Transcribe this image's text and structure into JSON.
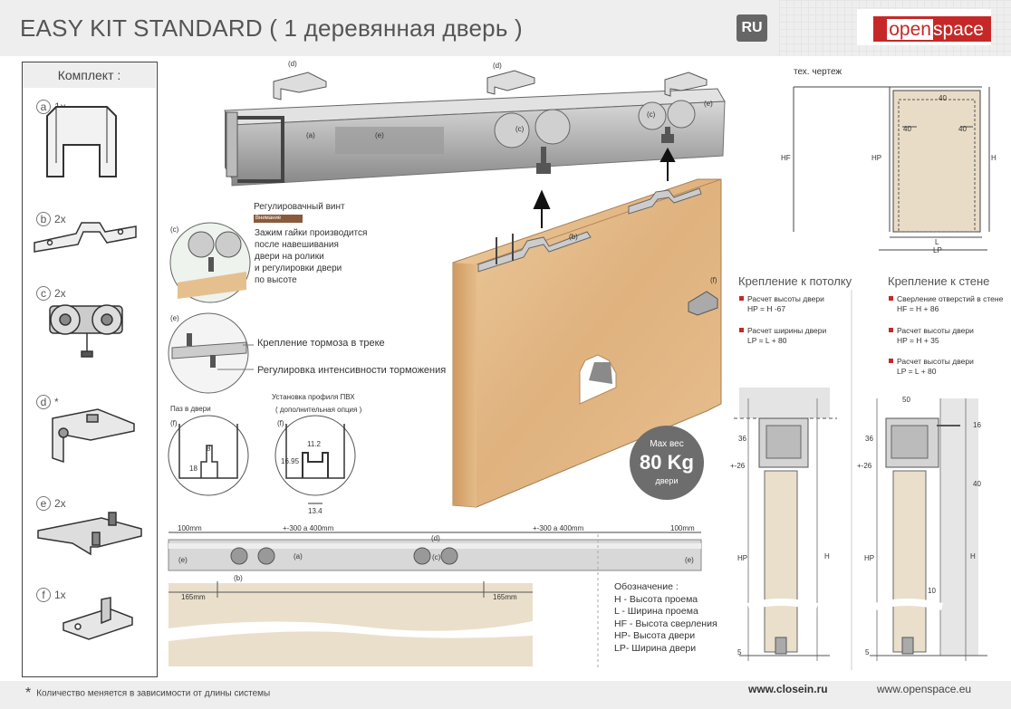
{
  "header": {
    "title": "EASY KIT STANDARD ( 1 деревянная дверь )",
    "lang": "RU",
    "logo_open": "open",
    "logo_space": "space"
  },
  "kit": {
    "heading": "Комплект :",
    "items": [
      {
        "letter": "a",
        "qty": "1x"
      },
      {
        "letter": "b",
        "qty": "2x"
      },
      {
        "letter": "c",
        "qty": "2x"
      },
      {
        "letter": "d",
        "qty": "*"
      },
      {
        "letter": "e",
        "qty": "2x"
      },
      {
        "letter": "f",
        "qty": "1x"
      }
    ]
  },
  "main_diagram": {
    "part_labels": [
      "(d)",
      "(d)",
      "(a)",
      "(e)",
      "(c)",
      "(c)",
      "(e)",
      "(b)",
      "(f)"
    ]
  },
  "adjust_note": {
    "title": "Регулировачный винт",
    "tag": "Внимание",
    "text_lines": [
      "Зажим гайки производится",
      "после навешивания",
      "двери на ролики",
      "и регулировки двери",
      "по высоте"
    ],
    "label_c": "(c)",
    "label_e": "(e)"
  },
  "brake_note": {
    "line1": "Крепление тормоза в треке",
    "line2": "Регулировка интенсивности торможения"
  },
  "groove": {
    "title": "Паз в двери",
    "label": "(f)",
    "dim_w": "8",
    "dim_h": "18"
  },
  "pvc": {
    "title": "Установка профиля ПВХ",
    "subtitle": "( дополнительная опция )",
    "label": "(f)",
    "dim_w": "11.2",
    "dim_h": "16.95",
    "dim_b": "13.4"
  },
  "max_weight": {
    "line1": "Max вес",
    "line2": "80 Kg",
    "line3": "двери"
  },
  "layout_strip": {
    "dim_left": "100mm",
    "dim_mid_left": "+-300 а 400mm",
    "dim_mid_right": "+-300 а 400mm",
    "dim_right": "100mm",
    "dim_165_left": "165mm",
    "dim_165_right": "165mm",
    "tags": [
      "(e)",
      "(a)",
      "(d)",
      "(c)",
      "(b)",
      "(e)"
    ]
  },
  "legend": {
    "title": "Обозначение :",
    "lines": [
      "H - Высота проема",
      "L - Ширина проема",
      "HF - Высота сверления",
      "HP- Высота двери",
      "LP- Ширина двери"
    ]
  },
  "tech": {
    "title": "тех. чертеж",
    "labels": {
      "hf": "HF",
      "hp": "HP",
      "h": "H",
      "l": "L",
      "lp": "LP",
      "d40a": "40",
      "d40b": "40",
      "d40c": "40"
    }
  },
  "ceiling": {
    "title": "Крепление к потолку",
    "bullets": [
      [
        "Расчет высоты двери",
        "HP = H -67"
      ],
      [
        "Расчет ширины двери",
        "LP = L + 80"
      ]
    ],
    "dims": {
      "d36": "36",
      "d26": "+-26",
      "hp": "HP",
      "h": "H",
      "d5": "5"
    }
  },
  "wall": {
    "title": "Крепление к стене",
    "bullets": [
      [
        "Сверление отверстий в стене",
        "HF = H + 86"
      ],
      [
        "Расчет высоты двери",
        "HP = H + 35"
      ],
      [
        "Расчет высоты двери",
        "LP = L + 80"
      ]
    ],
    "dims": {
      "d50": "50",
      "d16": "16",
      "d36": "36",
      "d26": "+-26",
      "d40": "40",
      "d10": "10",
      "hp": "HP",
      "h": "H",
      "d5": "5"
    }
  },
  "footer": {
    "star": "*",
    "note": "Количество меняется в зависимости от длины системы",
    "url1": "www.closein.ru",
    "url2": "www.openspace.eu"
  },
  "colors": {
    "accent": "#c62828",
    "wood": "#e2b98a",
    "rail": "#8c8c8c"
  }
}
